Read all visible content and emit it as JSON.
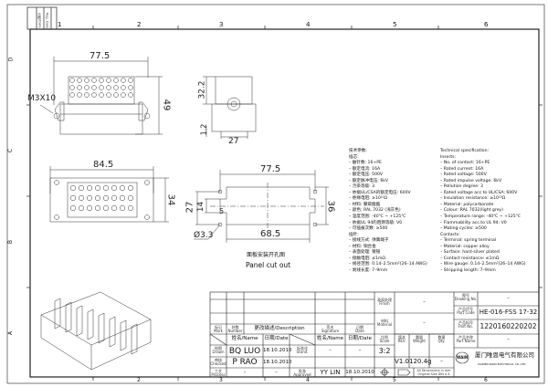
{
  "frame": {
    "zone_numbers_top": [
      "1",
      "2",
      "3",
      "4",
      "5",
      "6"
    ],
    "zone_numbers_bottom": [
      "1",
      "2",
      "3",
      "4",
      "5",
      "6"
    ],
    "zone_letters": [
      "D",
      "C",
      "B",
      "A"
    ],
    "revision_labels": [
      "日期/Date",
      "Reg. Date"
    ]
  },
  "front_view": {
    "width_dim": "77.5",
    "height_dim": "49",
    "screw_label": "M3X10"
  },
  "side_view": {
    "height_dim": "32.2",
    "offset_dim": "1.2",
    "width_dim": "27"
  },
  "bottom_view": {
    "width_dim": "84.5",
    "height_dim": "34"
  },
  "panel_cutout": {
    "top_dim": "77.5",
    "bottom_dim": "68.5",
    "left_dim": "27",
    "inner_dim": "14",
    "small_dim": "5",
    "right_dim": "36",
    "hole_dim": "Ø3.3",
    "caption_cn": "面板安装开孔图",
    "caption_en": "Panel cut out"
  },
  "spec_cn": [
    "技术参数:",
    "插芯:",
    "– 触针数: 16+PE",
    "– 额定电流: 16A",
    "– 额定电压: 500V",
    "– 额定脉冲电压: 6kV",
    "– 污染等级: 3",
    "– 依据UL/CSA的额定电压: 600V",
    "– 绝缘电阻: ≥10¹⁰Ω",
    "– 材料: 聚碳酸酯",
    "– 颜色: RAL 7032 (浅灰色)",
    "– 温度范围: -40℃ ~ +125℃",
    "– 依据UL 94的阻燃等级: V0",
    "– 可插拔次数: ≥500",
    "插针:",
    "– 接线方式: 弹簧端子",
    "– 材料: 铜合金",
    "– 表面处理: 镀银",
    "– 接触电阻: ≤1mΩ",
    "– 线径范围: 0.14–2.5mm²(26–14 AWG)",
    "– 剥线长度: 7–9mm"
  ],
  "spec_en": [
    "Technical specification:",
    "Inserts:",
    "– No. of contact: 16+PE",
    "– Rated current: 16A",
    "– Rated voltage: 500V",
    "– Rated impulse voltage: 6kV",
    "– Pollution degree: 3",
    "– Rated voltage acc.to UL/CSA: 600V",
    "– Insulation resistance: ≥10¹⁰Ω",
    "– Material: polycarbonate",
    "– Colour: RAL 7032(light grey)",
    "– Temperature range: -40℃ ~ +125℃",
    "– Flammability acc.to UL 94: V0",
    "– Mating cycles: ≥500",
    "Contacts:",
    "– Terminal: spring terminal",
    "– Material: copper alloy",
    "– Surface: hard-silver plated",
    "– Contact resistance: ≤1mΩ",
    "– Wire gauge: 0.14–2.5mm²(26–14 AWG)",
    "– Stripping length: 7–9mm"
  ],
  "title_block": {
    "mark_cn": "标记",
    "mark": "Mark",
    "number_cn": "处数",
    "number": "Number",
    "description": "更改描述/Description",
    "signature_cn": "签名",
    "signature": "Signature",
    "date_cn": "日期",
    "date": "Date",
    "name_header": "姓名/Name",
    "date_header": "日期/Date",
    "name_header2": "姓名/Name",
    "date_header2": "日期/Date",
    "drawn_cn": "绘图",
    "drawn": "Drawn",
    "drawn_name": "BQ LUO",
    "drawn_date": "18.10.2010",
    "checked_cn": "审核",
    "checked": "Checked",
    "checked_name": "P RAO",
    "checked_date": "18.10.2010",
    "process_cn": "工艺",
    "process": "Process",
    "process_name": "–",
    "process_date": "–",
    "stand_cn": "标准化",
    "stand": "Stand.",
    "stand_name": "–",
    "stand_date": "–",
    "approved_cn": "批准",
    "approved": "Approved",
    "approved_name": "YY LIN",
    "approved_date": "18.10.2010",
    "finish_cn": "表面处理",
    "finish": "Finish",
    "finish_value": "–",
    "material_cn": "材料",
    "material": "Material",
    "material_value": "–",
    "scale_cn": "比例",
    "scale": "Scale",
    "scale_value": "3:2",
    "rev_cn": "版本",
    "rev": "REV.",
    "rev_value": "V1.0",
    "weight_cn": "重量",
    "weight": "Weight",
    "weight_value": "120.4g",
    "qty_cn": "数量",
    "qty": "Qty.",
    "qty_value": "–",
    "dim_note_1": "All Dimensions in mm",
    "dim_note_2": "Original Size DIN A 4",
    "drawing_no_cn": "图号",
    "drawing_no": "Drawing No.",
    "drawing_no_value": "–",
    "part_code_cn": "产品代号",
    "part_code": "Part Code",
    "part_code_value": "HE-016-FSS 17-32",
    "part_no_cn": "产品料号",
    "part_no": "Part No.",
    "part_no_value": "1220160220202",
    "part_name_cn": "产品名称",
    "part_name": "Part Name",
    "part_name_value": "–",
    "company_cn": "厦门唯恩电气有限公司",
    "company_en": "XIAMEN WAIN ELECTRICAL CO.,LTD",
    "logo_text": "WAIN"
  }
}
